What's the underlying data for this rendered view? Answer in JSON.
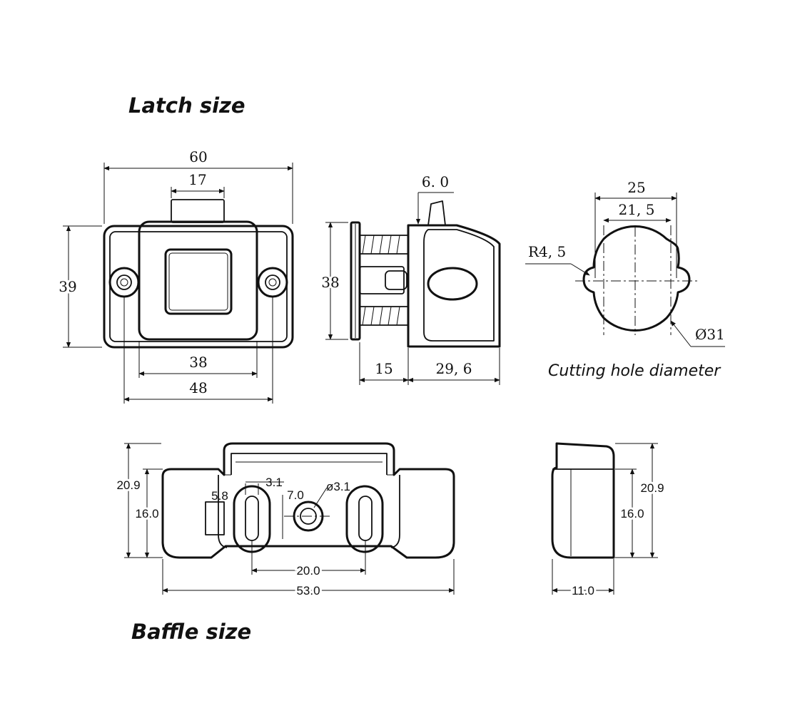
{
  "headings": {
    "latch": "Latch size",
    "baffle": "Baffle size"
  },
  "captions": {
    "cutting_hole": "Cutting hole diameter"
  },
  "latch_front": {
    "width": "60",
    "button_width": "17",
    "height": "39",
    "body_width": "38",
    "hole_spacing": "48"
  },
  "latch_side": {
    "height": "38",
    "tab_height": "6. 0",
    "depth_front": "15",
    "depth_body": "29, 6"
  },
  "cutting_hole": {
    "outer_width": "25",
    "inner_width": "21, 5",
    "radius": "R4, 5",
    "diameter": "Ø31"
  },
  "baffle_front": {
    "height_total": "20.9",
    "height_body": "16.0",
    "slot_width": "3.1",
    "slot_inner": "5.8",
    "offset": "7.0",
    "hole_diameter": "ø3.1",
    "slot_spacing": "20.0",
    "length": "53.0"
  },
  "baffle_side": {
    "height_total": "20.9",
    "height_body": "16.0",
    "depth": "11.0"
  }
}
